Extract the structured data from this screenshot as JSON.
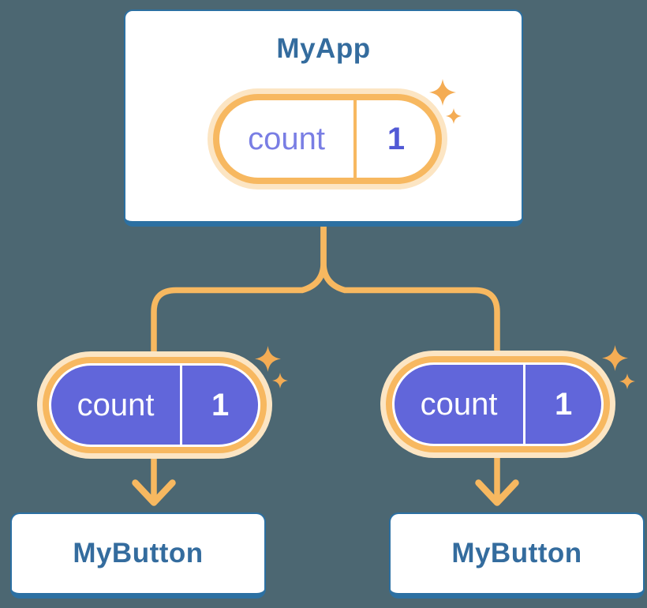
{
  "diagram": {
    "description": "React component tree: parent state passed down as props",
    "colors": {
      "background": "#4C6772",
      "card_background": "#FFFFFF",
      "card_border": "#2C70A2",
      "title_text": "#346C9E",
      "connector_orange": "#F7B860",
      "pill_halo": "#FCE5C3",
      "pill_purple": "#6166DA",
      "state_label_text": "#797EE4",
      "state_value_text": "#5159D5",
      "sparkle": "#F4AC54"
    },
    "icons": {
      "sparkle": "sparkle-icon (4-point star, one large + one small)",
      "arrow": "arrow-down-chevron",
      "connector": "orange tree branch lines"
    },
    "root": {
      "title": "MyApp",
      "state_pill": {
        "label": "count",
        "value": "1"
      }
    },
    "children": [
      {
        "title": "MyButton",
        "prop_pill": {
          "label": "count",
          "value": "1"
        }
      },
      {
        "title": "MyButton",
        "prop_pill": {
          "label": "count",
          "value": "1"
        }
      }
    ]
  }
}
